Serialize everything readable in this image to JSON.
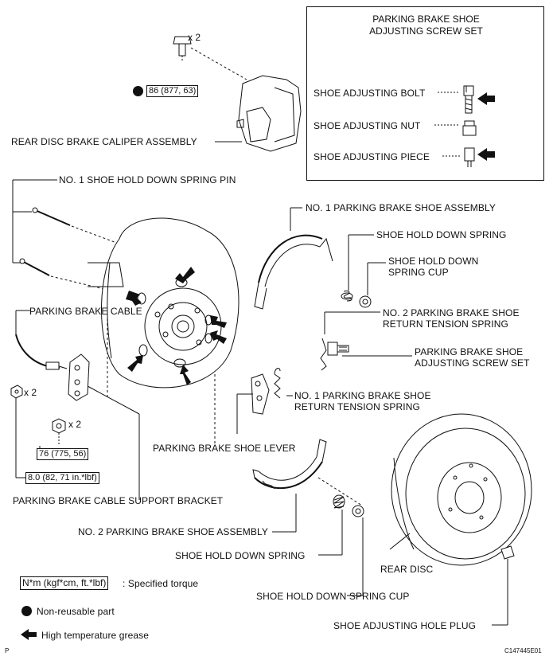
{
  "inset": {
    "title_line1": "PARKING BRAKE SHOE",
    "title_line2": "ADJUSTING SCREW SET",
    "bolt": "SHOE ADJUSTING BOLT",
    "nut": "SHOE ADJUSTING NUT",
    "piece": "SHOE ADJUSTING PIECE"
  },
  "labels": {
    "x2_top": "x 2",
    "torque_caliper": "86 (877, 63)",
    "caliper": "REAR DISC BRAKE CALIPER ASSEMBLY",
    "pin": "NO. 1 SHOE HOLD DOWN SPRING PIN",
    "shoe1": "NO. 1 PARKING BRAKE SHOE ASSEMBLY",
    "spring_upper": "SHOE HOLD DOWN SPRING",
    "cup_upper_1": "SHOE HOLD DOWN",
    "cup_upper_2": "SPRING CUP",
    "cable": "PARKING BRAKE CABLE",
    "ret2_1": "NO. 2 PARKING BRAKE SHOE",
    "ret2_2": "RETURN TENSION SPRING",
    "adj_1": "PARKING BRAKE SHOE",
    "adj_2": "ADJUSTING SCREW SET",
    "x2_nut": "x 2",
    "x2_bolt": "x 2",
    "ret1_1": "NO. 1 PARKING BRAKE SHOE",
    "ret1_2": "RETURN TENSION SPRING",
    "lever": "PARKING BRAKE SHOE LEVER",
    "torque_76": "76 (775, 56)",
    "torque_8": "8.0 (82, 71 in.*lbf)",
    "bracket": "PARKING BRAKE CABLE SUPPORT BRACKET",
    "shoe2": "NO. 2 PARKING BRAKE SHOE ASSEMBLY",
    "spring_lower": "SHOE HOLD DOWN SPRING",
    "disc": "REAR DISC",
    "cup_lower": "SHOE HOLD DOWN SPRING CUP",
    "plug": "SHOE ADJUSTING HOLE PLUG"
  },
  "legend": {
    "torque_box": "N*m (kgf*cm, ft.*lbf)",
    "torque_text": ": Specified torque",
    "nonreusable": "Non-reusable part",
    "grease": "High temperature grease"
  },
  "corner": {
    "left": "P",
    "right": "C147445E01"
  }
}
